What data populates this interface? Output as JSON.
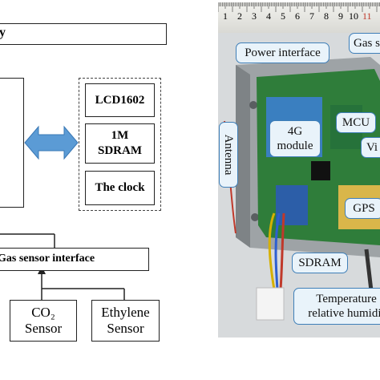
{
  "diagram": {
    "top_box_text": "y",
    "peripherals": [
      "LCD1602",
      "1M\nSDRAM",
      "The clock"
    ],
    "gas_interface": "Gas sensor interface",
    "sensors": [
      {
        "line1": "CO₂",
        "line2": "Sensor"
      },
      {
        "line1": "Ethylene",
        "line2": "Sensor"
      }
    ]
  },
  "photo": {
    "ruler_numbers": [
      "1",
      "2",
      "3",
      "4",
      "5",
      "6",
      "7",
      "8",
      "9",
      "10",
      "11"
    ],
    "labels": {
      "power_interface": "Power interface",
      "gas": "Gas s",
      "module_4g": "4G\nmodule",
      "mcu": "MCU",
      "vi": "Vi",
      "antenna": "Antenna",
      "gps": "GPS",
      "sdram": "SDRAM",
      "temperature": "Temperature",
      "humidity": "relative humidit"
    }
  },
  "colors": {
    "arrow": "#5b9bd5",
    "callout_border": "#3f7fb8",
    "callout_fill": "#e9f3fa",
    "pcb": "#2f7d3a"
  }
}
